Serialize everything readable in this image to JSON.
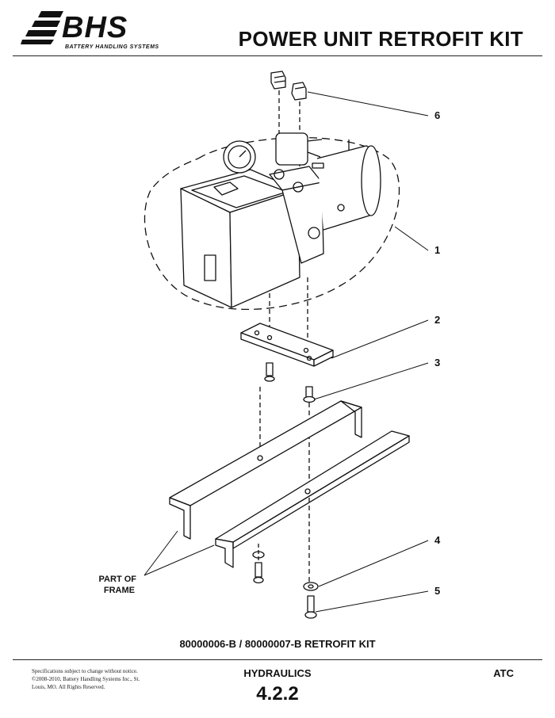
{
  "header": {
    "logo_text": "BHS",
    "logo_tagline": "BATTERY HANDLING SYSTEMS",
    "title": "POWER UNIT RETROFIT KIT"
  },
  "diagram": {
    "callouts": [
      {
        "label": "6"
      },
      {
        "label": "1"
      },
      {
        "label": "2"
      },
      {
        "label": "3"
      },
      {
        "label": "4"
      },
      {
        "label": "5"
      }
    ],
    "frame_label_line1": "PART OF",
    "frame_label_line2": "FRAME"
  },
  "kit_caption": "80000006-B / 80000007-B RETROFIT KIT",
  "footer": {
    "disclaimer": "Specifications subject to change without notice. ©2008-2010, Battery Handling Systems Inc., St. Louis, MO. All Rights Reserved.",
    "section": "HYDRAULICS",
    "page_number": "4.2.2",
    "code": "ATC"
  }
}
